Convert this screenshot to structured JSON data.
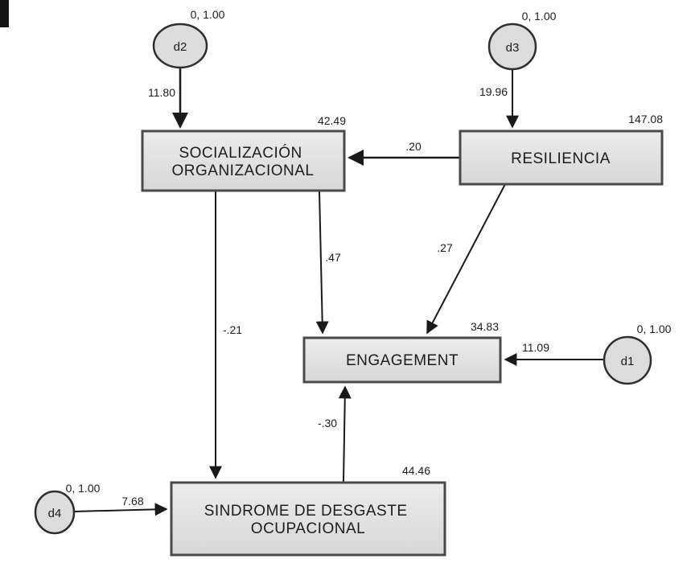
{
  "diagram_title": "SEM path diagram (AMOS-style)",
  "colors": {
    "background": "#ffffff",
    "box_fill_top": "#ececec",
    "box_fill_bottom": "#d7d7d7",
    "box_border": "#4a4a4a",
    "ellipse_fill": "#dcdcdc",
    "line": "#1a1a1a",
    "text": "#1c1c1c"
  },
  "nodes": {
    "socializacion": {
      "line1": "SOCIALIZACIÓN",
      "line2": "ORGANIZACIONAL",
      "variance": "42.49"
    },
    "resiliencia": {
      "label": "RESILIENCIA",
      "variance": "147.08"
    },
    "engagement": {
      "label": "ENGAGEMENT",
      "variance": "34.83"
    },
    "sindrome": {
      "line1": "SINDROME DE DESGASTE",
      "line2": "OCUPACIONAL",
      "variance": "44.46"
    }
  },
  "errors": {
    "d1": {
      "label": "d1",
      "params": "0, 1.00",
      "weight": "11.09"
    },
    "d2": {
      "label": "d2",
      "params": "0, 1.00",
      "weight": "11.80"
    },
    "d3": {
      "label": "d3",
      "params": "0, 1.00",
      "weight": "19.96"
    },
    "d4": {
      "label": "d4",
      "params": "0, 1.00",
      "weight": "7.68"
    }
  },
  "paths": {
    "resiliencia_to_socializacion": ".20",
    "socializacion_to_engagement": ".47",
    "resiliencia_to_engagement": ".27",
    "socializacion_to_sindrome": "-.21",
    "sindrome_to_engagement": "-.30"
  }
}
